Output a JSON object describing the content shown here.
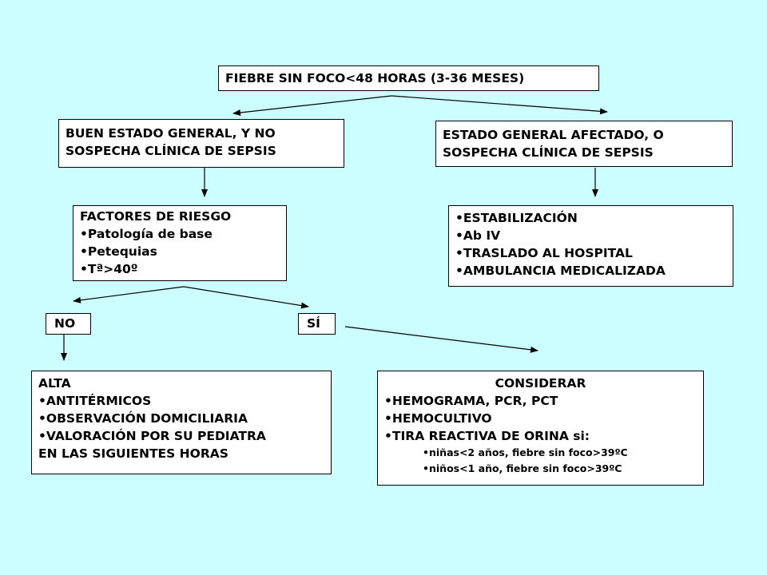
{
  "title": "FIEBRE SIN FOCO<48 HORAS (3-36 MESES)",
  "left_branch": {
    "condition_lines": [
      "BUEN ESTADO GENERAL, Y NO",
      "SOSPECHA CLÍNICA DE SEPSIS"
    ],
    "risk_factors": {
      "heading": "FACTORES DE RIESGO",
      "items": [
        "Patología de base",
        "Petequias",
        "Tª>40º"
      ]
    },
    "no_label": "NO",
    "yes_label": "SÍ",
    "discharge": {
      "heading": "ALTA",
      "items": [
        "ANTITÉRMICOS",
        "OBSERVACIÓN DOMICILIARIA",
        "VALORACIÓN POR SU PEDIATRA"
      ],
      "continuation": "EN LAS SIGUIENTES HORAS"
    },
    "consider": {
      "heading": "CONSIDERAR",
      "items": [
        "HEMOGRAMA, PCR, PCT",
        "HEMOCULTIVO",
        "TIRA REACTIVA DE ORINA si:"
      ],
      "subitems": [
        "niñas<2 años, fiebre sin foco>39ºC",
        "niños<1 año, fiebre sin foco>39ºC"
      ]
    }
  },
  "right_branch": {
    "condition_lines": [
      "ESTADO GENERAL AFECTADO, O",
      "SOSPECHA CLÍNICA DE SEPSIS"
    ],
    "actions": [
      "ESTABILIZACIÓN",
      "Ab IV",
      "TRASLADO AL HOSPITAL",
      "AMBULANCIA MEDICALIZADA"
    ]
  },
  "colors": {
    "background": "#ccffff",
    "box": "#ffffff",
    "border": "#000000"
  }
}
